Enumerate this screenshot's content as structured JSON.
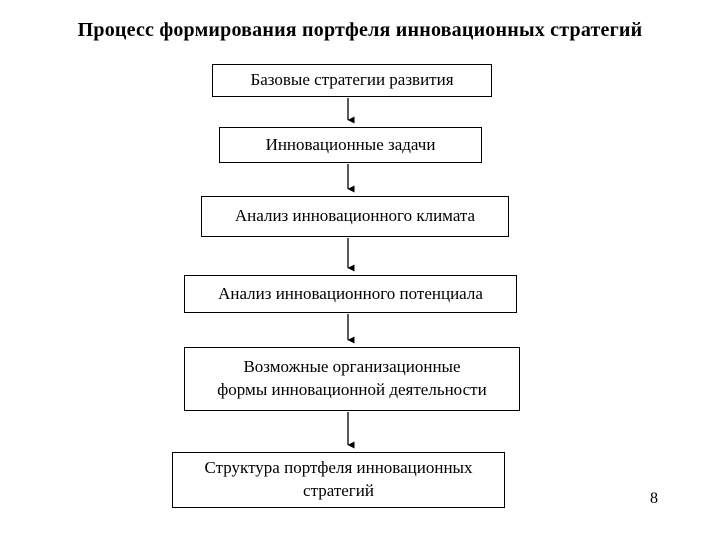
{
  "slide": {
    "title": "Процесс формирования портфеля инновационных стратегий",
    "page_number": "8",
    "colors": {
      "background": "#ffffff",
      "box_border": "#000000",
      "text": "#000000",
      "arrow": "#000000"
    }
  },
  "diagram": {
    "type": "flowchart",
    "direction": "top-to-bottom",
    "boxes": [
      {
        "label": "Базовые стратегии развития"
      },
      {
        "label": "Инновационные задачи"
      },
      {
        "label": "Анализ инновационного климата"
      },
      {
        "label": "Анализ инновационного потенциала"
      },
      {
        "label": "Возможные организационные\nформы инновационной деятельности"
      },
      {
        "label": "Структура портфеля инновационных\nстратегий"
      }
    ],
    "connections": [
      {
        "from": 0,
        "to": 1
      },
      {
        "from": 1,
        "to": 2
      },
      {
        "from": 2,
        "to": 3
      },
      {
        "from": 3,
        "to": 4
      },
      {
        "from": 4,
        "to": 5
      }
    ]
  }
}
